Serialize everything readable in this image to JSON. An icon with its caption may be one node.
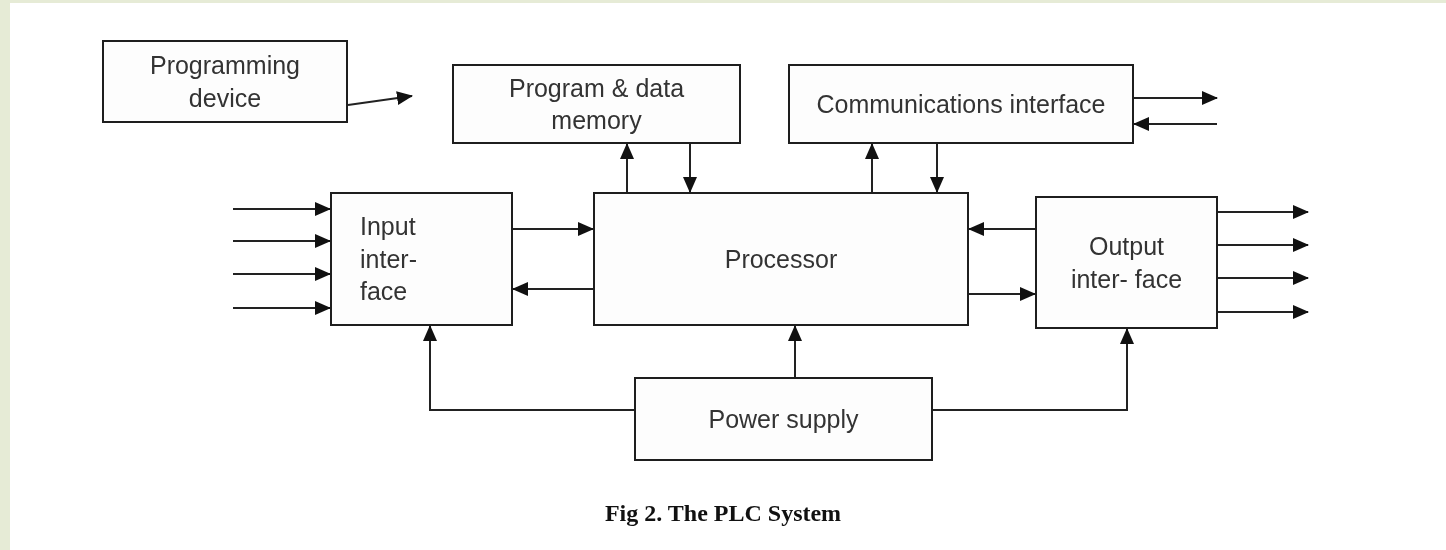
{
  "diagram": {
    "caption": "Fig 2. The PLC System",
    "nodes": [
      {
        "text": [
          "Programming device"
        ]
      },
      {
        "text": [
          "Program & data memory"
        ]
      },
      {
        "text": [
          "Communications interface"
        ]
      },
      {
        "text": [
          "Input inter- face"
        ]
      },
      {
        "text": [
          "Processor"
        ]
      },
      {
        "text": [
          "Output inter- face"
        ]
      },
      {
        "text": [
          "Power supply"
        ]
      }
    ],
    "edges": [
      {
        "from": 0,
        "to": null,
        "arrow": "to"
      },
      {
        "from": 4,
        "to": 1,
        "arrow": "to"
      },
      {
        "from": 1,
        "to": 4,
        "arrow": "to"
      },
      {
        "from": 4,
        "to": 2,
        "arrow": "to"
      },
      {
        "from": 2,
        "to": 4,
        "arrow": "to"
      },
      {
        "from": 2,
        "to": null,
        "arrow": "to"
      },
      {
        "from": null,
        "to": 2,
        "arrow": "to"
      },
      {
        "from": null,
        "to": 3,
        "arrow": "to"
      },
      {
        "from": null,
        "to": 3,
        "arrow": "to"
      },
      {
        "from": null,
        "to": 3,
        "arrow": "to"
      },
      {
        "from": null,
        "to": 3,
        "arrow": "to"
      },
      {
        "from": 3,
        "to": 4,
        "arrow": "to"
      },
      {
        "from": 4,
        "to": 3,
        "arrow": "to"
      },
      {
        "from": 5,
        "to": 4,
        "arrow": "to"
      },
      {
        "from": 4,
        "to": 5,
        "arrow": "to"
      },
      {
        "from": 5,
        "to": null,
        "arrow": "to"
      },
      {
        "from": 5,
        "to": null,
        "arrow": "to"
      },
      {
        "from": 5,
        "to": null,
        "arrow": "to"
      },
      {
        "from": 5,
        "to": null,
        "arrow": "to"
      },
      {
        "from": 6,
        "to": 4,
        "arrow": "to"
      },
      {
        "from": 6,
        "to": 3,
        "arrow": "to"
      },
      {
        "from": 6,
        "to": 5,
        "arrow": "to"
      }
    ]
  }
}
